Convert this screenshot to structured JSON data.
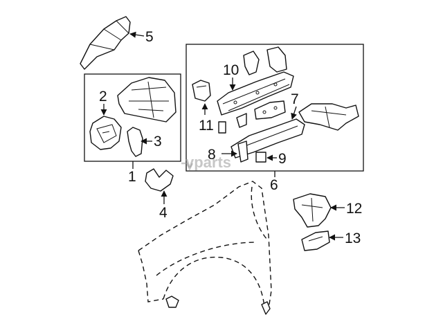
{
  "watermark": "vparts",
  "callouts": {
    "c1": "1",
    "c2": "2",
    "c3": "3",
    "c4": "4",
    "c5": "5",
    "c6": "6",
    "c7": "7",
    "c8": "8",
    "c9": "9",
    "c10": "10",
    "c11": "11",
    "c12": "12",
    "c13": "13"
  }
}
